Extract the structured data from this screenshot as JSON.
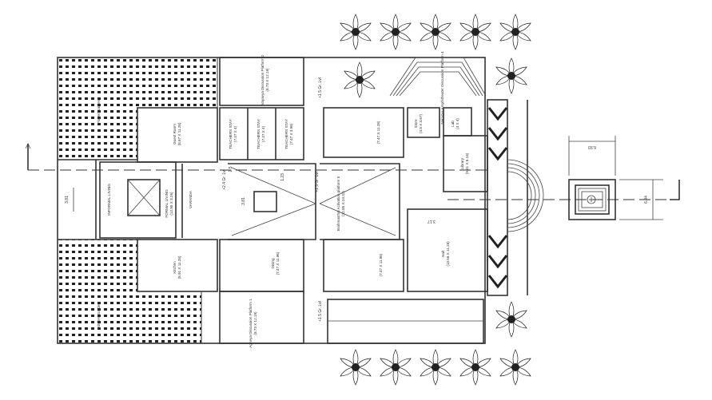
{
  "plan": {
    "rooms": {
      "vayavya": {
        "name": "Vayavya Discussion Platform 2",
        "size": "(8.73 X 12.19)"
      },
      "guest_room": {
        "name": "Guest Room",
        "size": "(8.67 X 11.28)"
      },
      "teachers_stay_1": {
        "name": "TEACHERS STAY",
        "size": "(7.47 X 4)"
      },
      "teachers_stay_2": {
        "name": "TEACHERS STAY",
        "size": "(7.47 X 4)"
      },
      "teachers_stay_3": {
        "name": "TEACHERS STAY",
        "size": "(7.47 X 3.96)"
      },
      "informal_living": {
        "name": "INFORMAL LIVING"
      },
      "formal_living": {
        "name": "FORMAL LIVING",
        "size": "(12.85 X 3.26)"
      },
      "varanda": {
        "name": "VARANDA"
      },
      "kitchen": {
        "name": "Kitchen",
        "size": "(8.91 X 11.28)"
      },
      "dining": {
        "name": "Dining",
        "size": "(7.47 X 11.96)"
      },
      "agneya": {
        "name": "Agneya Discussion Platform 1",
        "size": "(8.73 X 12.19)"
      },
      "nairutya": {
        "name": "Nairutya Amphitheater Discussion Platform 4"
      },
      "classroom_top": {
        "size": "(7.47 X 11.28)"
      },
      "classroom_bottom": {
        "size": "(7.47 X 11.96)"
      },
      "store": {
        "name": "Store",
        "size": "(4.8 X 3.67)"
      },
      "lab": {
        "name": "Lab",
        "size": "(4 X 4)"
      },
      "library": {
        "name": "Library",
        "size": "(9.41 X 6.18)"
      },
      "brahmasthal": {
        "name": "Brahmasthal Activation platform 5",
        "size": "(12.85 X 24.37)"
      },
      "hall": {
        "name": "Hall",
        "size": "(13.56 X 11.28)"
      },
      "garden_top": {
        "name": "Flower Garden"
      },
      "garden_bottom": {
        "name": "Kitchen Garden"
      }
    },
    "levels": {
      "top": "+1.5 Gr. Lvl",
      "bottom": "+1.5 Gr. Lvl",
      "center": "+2.4 Gr. Lvl",
      "center_right": "+1.5 Gr. Lvl"
    },
    "dimensions": {
      "entry": "3.81",
      "center_a": "2.5",
      "center_b": "3.81",
      "center_c": "1.23",
      "hall_door": "3.17",
      "detail_width": "6.93",
      "detail_height": "6.94"
    }
  }
}
